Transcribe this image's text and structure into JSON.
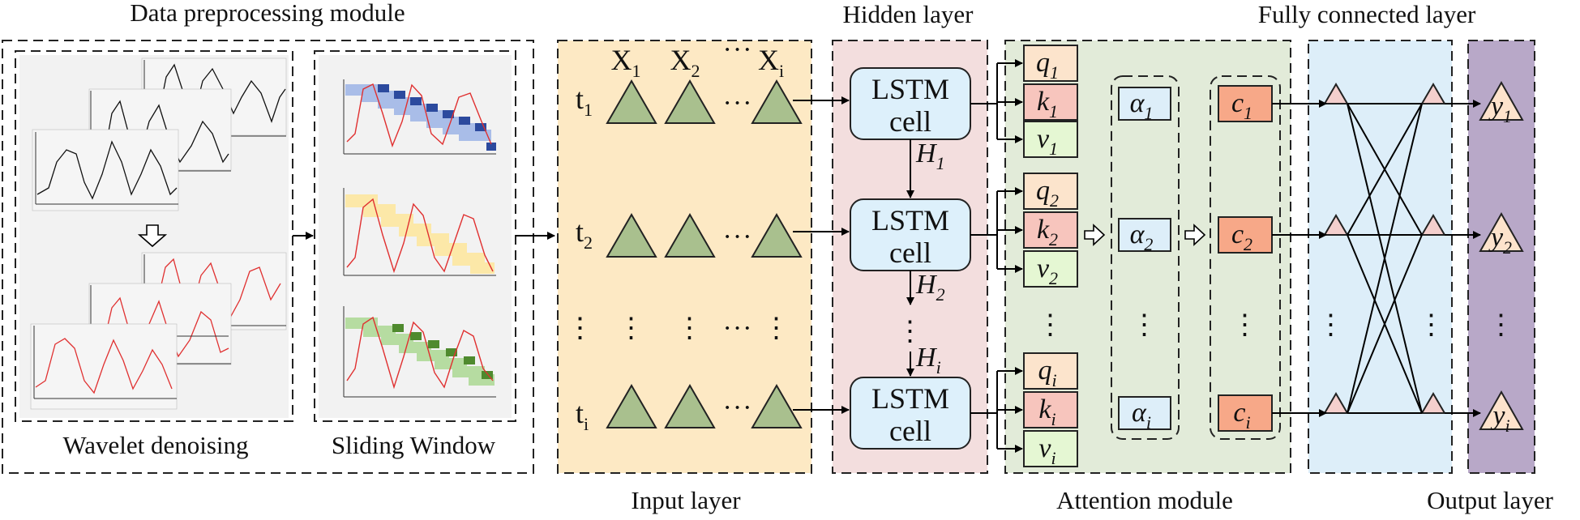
{
  "labels": {
    "preprocessing_title": "Data preprocessing module",
    "hidden_title": "Hidden layer",
    "fc_title": "Fully connected layer",
    "wavelet_title": "Wavelet denoising",
    "sliding_title": "Sliding Window",
    "input_title": "Input layer",
    "attention_title": "Attention module",
    "output_title": "Output layer"
  },
  "input_columns": [
    {
      "base": "X",
      "sub": "1"
    },
    {
      "base": "X",
      "sub": "2"
    },
    {
      "base": "···",
      "sub": ""
    },
    {
      "base": "X",
      "sub": "i"
    }
  ],
  "time_steps": [
    {
      "base": "t",
      "sub": "1"
    },
    {
      "base": "t",
      "sub": "2"
    },
    {
      "base": "⋮",
      "sub": ""
    },
    {
      "base": "t",
      "sub": "i"
    }
  ],
  "lstm_cell": {
    "line1": "LSTM",
    "line2": "cell"
  },
  "hidden_states": [
    {
      "base": "H",
      "sub": "1"
    },
    {
      "base": "H",
      "sub": "2"
    },
    {
      "base": "H",
      "sub": "i"
    }
  ],
  "qkv": [
    {
      "q": "q",
      "k": "k",
      "v": "v",
      "sub": "1"
    },
    {
      "q": "q",
      "k": "k",
      "v": "v",
      "sub": "2"
    },
    {
      "q": "q",
      "k": "k",
      "v": "v",
      "sub": "i"
    }
  ],
  "alphas": [
    {
      "base": "α",
      "sub": "1"
    },
    {
      "base": "α",
      "sub": "2"
    },
    {
      "base": "α",
      "sub": "i"
    }
  ],
  "contexts": [
    {
      "base": "c",
      "sub": "1"
    },
    {
      "base": "c",
      "sub": "2"
    },
    {
      "base": "c",
      "sub": "i"
    }
  ],
  "outputs": [
    {
      "base": "y",
      "sub": "1"
    },
    {
      "base": "y",
      "sub": "2"
    },
    {
      "base": "y",
      "sub": "i"
    }
  ],
  "colors": {
    "input_bg": "#fde9c4",
    "hidden_bg": "#f3dede",
    "attention_bg": "#e2ebd9",
    "fc_bg": "#ddeef9",
    "output_bg": "#b8a8c8",
    "triangle_green": "#a9c08e",
    "triangle_pink": "#f4cfcd",
    "lstm_fill": "#ddf0fb",
    "q_fill": "#fce4cc",
    "k_fill": "#f7c5bd",
    "v_fill": "#e5f7d3",
    "alpha_fill": "#ddeef9",
    "c_fill": "#f7a888",
    "y_fill": "#fde3cc",
    "panel_bg": "#f2f2f2",
    "signal_red": "#e03030",
    "window_blue": "#2c4a9e",
    "window_yellow": "#fce8a8",
    "window_green": "#4f8a2e"
  },
  "icons": [
    "down-arrow-icon",
    "hollow-right-arrow-icon"
  ]
}
